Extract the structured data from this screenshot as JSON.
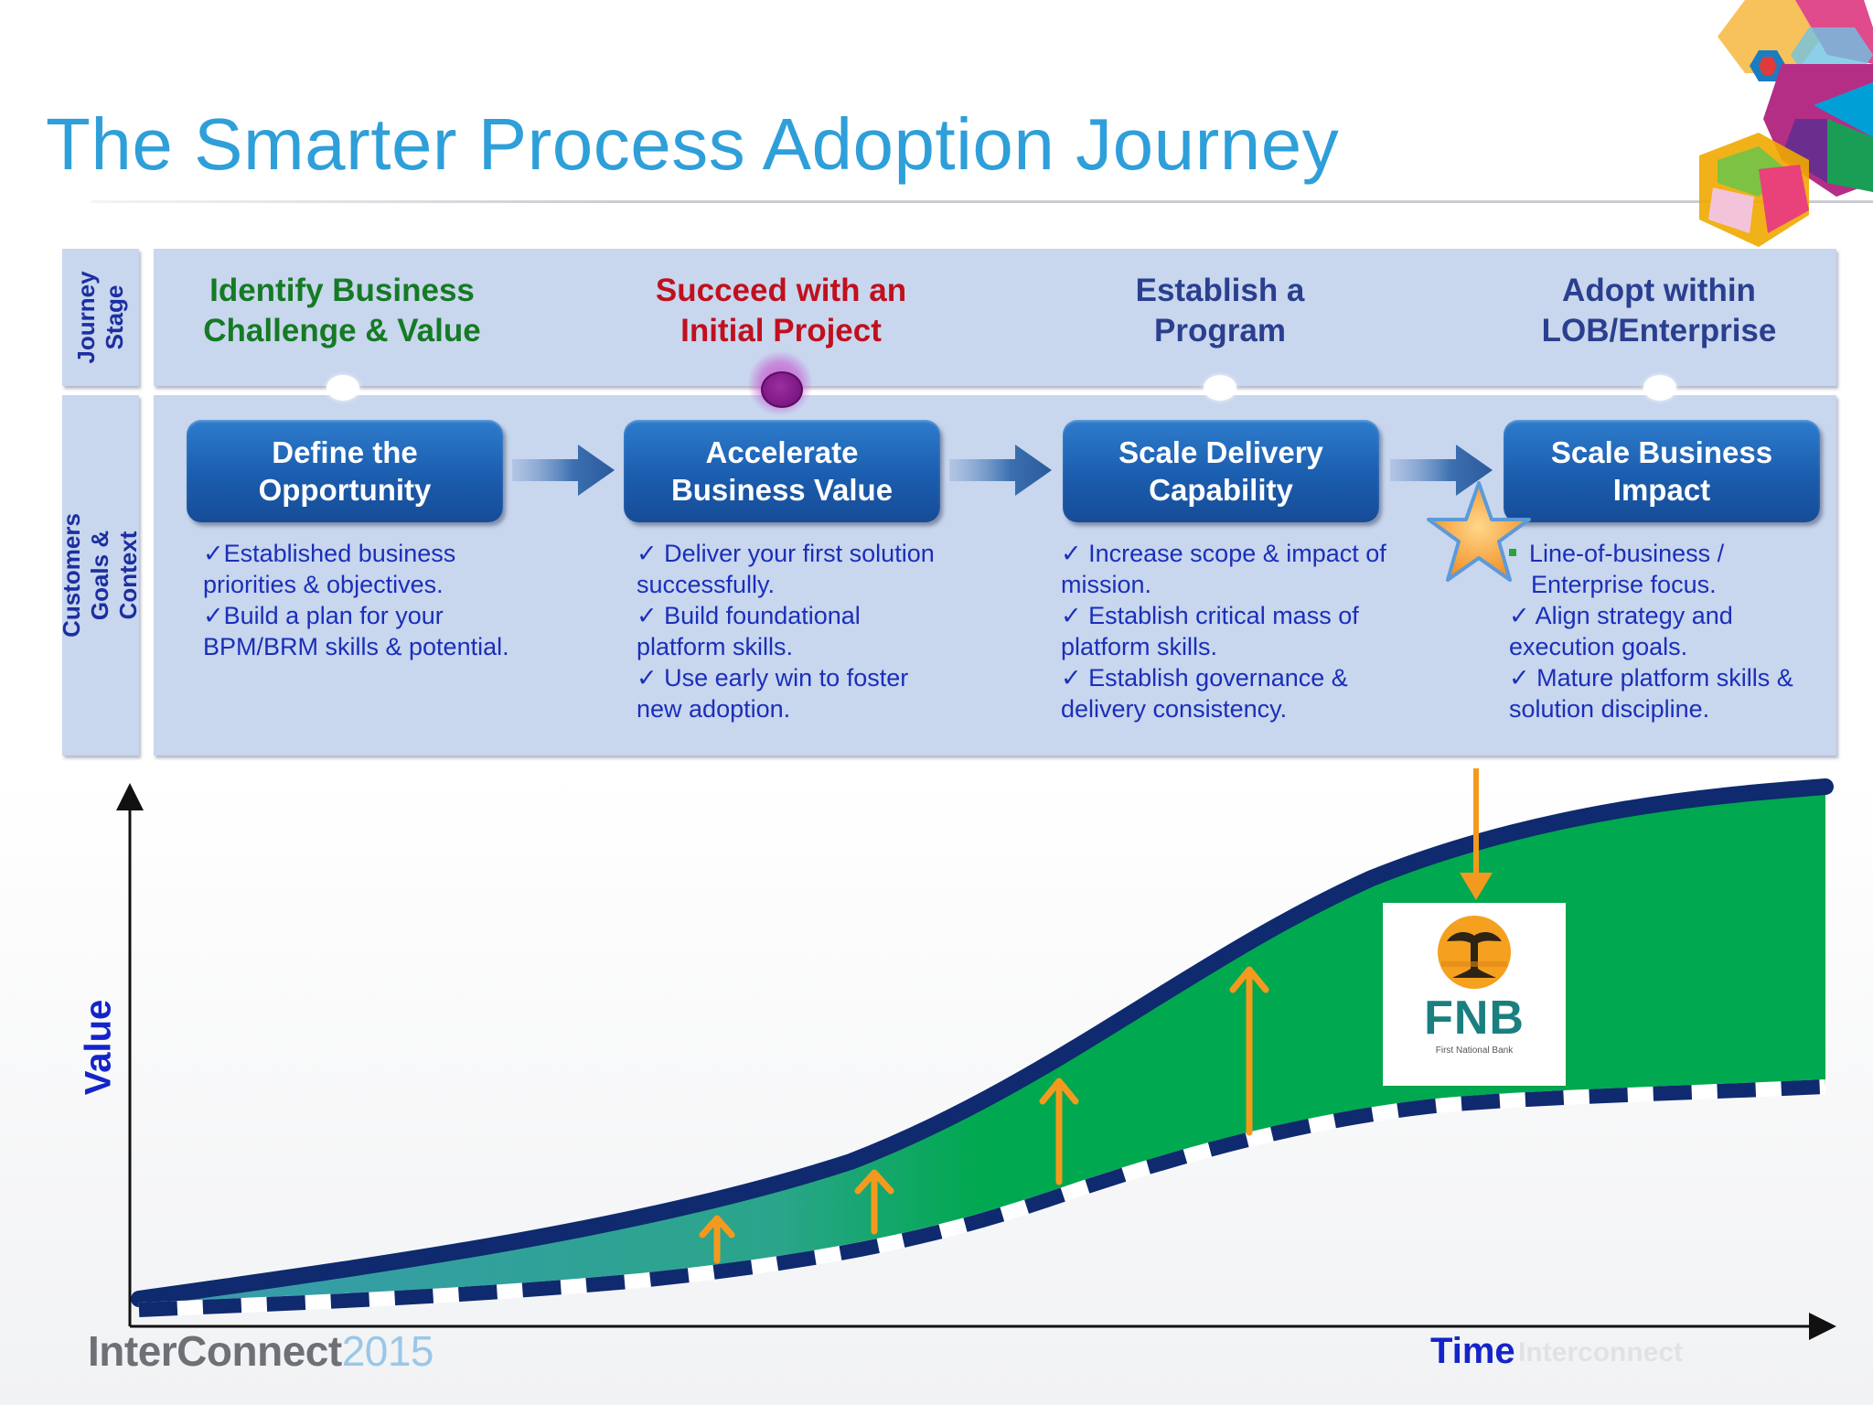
{
  "title": "The Smarter Process Adoption Journey",
  "rows": {
    "journey_stage_label": "Journey\nStage",
    "customers_goals_label": "Customers Goals &\nContext"
  },
  "stages": [
    {
      "label": "Identify Business\nChallenge & Value",
      "color": "#157a24"
    },
    {
      "label": "Succeed with an\nInitial Project",
      "color": "#c0101e"
    },
    {
      "label": "Establish a\nProgram",
      "color": "#2a3f8e"
    },
    {
      "label": "Adopt within\nLOB/Enterprise",
      "color": "#2a3f8e"
    }
  ],
  "active_stage_index": 1,
  "goals": [
    {
      "title": "Define the\nOpportunity",
      "points": [
        "✓Established business priorities & objectives.",
        "✓Build a plan for your BPM/BRM skills & potential."
      ]
    },
    {
      "title": "Accelerate\nBusiness Value",
      "points": [
        "✓ Deliver your first solution successfully.",
        "✓ Build foundational platform skills.",
        "✓ Use early win to foster new adoption."
      ]
    },
    {
      "title": "Scale Delivery\nCapability",
      "points": [
        "✓ Increase scope & impact of mission.",
        "✓ Establish critical mass of platform skills.",
        "✓ Establish governance & delivery consistency."
      ]
    },
    {
      "title": "Scale Business\nImpact",
      "points": [
        "Line-of-business / Enterprise focus.",
        "✓ Align strategy and execution goals.",
        "✓ Mature platform skills & solution discipline."
      ]
    }
  ],
  "chart": {
    "y_axis_label": "Value",
    "x_axis_label": "Time",
    "fill_color": "#00a84f",
    "curve_color": "#0f2a6e",
    "arrow_color": "#f39a1e"
  },
  "fnb_logo": {
    "name": "FNB",
    "subtitle": "First National Bank"
  },
  "footer": {
    "brand": "InterConnect",
    "year": "2015"
  },
  "time_ghost": "Interconnect"
}
